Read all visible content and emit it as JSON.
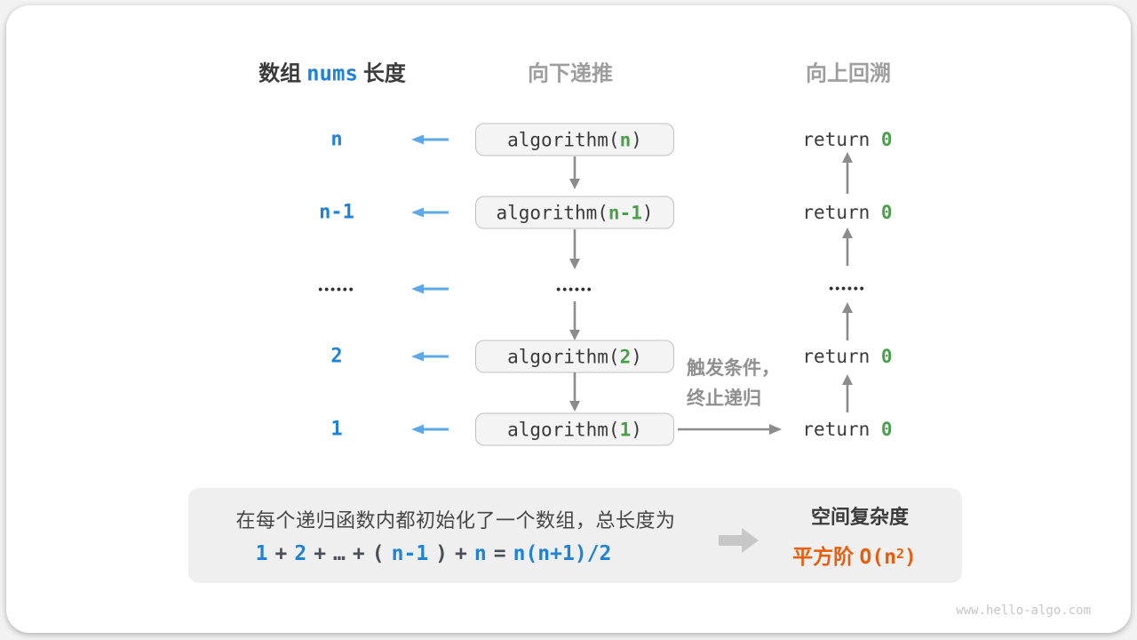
{
  "colors": {
    "blue": "#1e82d6",
    "arrow-blue": "#5ea8e8",
    "green": "#4c9e4f",
    "gray-arrow": "#8c8c8c",
    "orange": "#e85d0c",
    "dark": "#3a3a3a",
    "header-gray": "#9e9e9e",
    "annot-gray": "#8f8f8f",
    "panel-bg": "#efefef",
    "box-bg": "#f4f4f4",
    "box-border": "#c0c0c0",
    "big-arrow": "#c7c7c7",
    "watermark": "#c6c6c6",
    "op-gray": "#4b5056",
    "dots": "#2f2f2f"
  },
  "headers": {
    "left_pre": "数组",
    "left_code": "nums",
    "left_post": "长度",
    "middle": "向下递推",
    "right": "向上回溯"
  },
  "rows": [
    {
      "label": "n",
      "call_pre": "algorithm(",
      "call_arg": "n",
      "call_post": ")",
      "ret_pre": "return ",
      "ret_val": "0"
    },
    {
      "label": "n-1",
      "call_pre": "algorithm(",
      "call_arg": "n-1",
      "call_post": ")",
      "ret_pre": "return ",
      "ret_val": "0"
    },
    {
      "dots": "••••••"
    },
    {
      "label": "2",
      "call_pre": "algorithm(",
      "call_arg": "2",
      "call_post": ")",
      "ret_pre": "return ",
      "ret_val": "0"
    },
    {
      "label": "1",
      "call_pre": "algorithm(",
      "call_arg": "1",
      "call_post": ")",
      "ret_pre": "return ",
      "ret_val": "0"
    }
  ],
  "annotation": {
    "line1": "触发条件，",
    "line2": "终止递归"
  },
  "summary": {
    "line1": "在每个递归函数内都初始化了一个数组，总长度为",
    "formula": [
      {
        "text": "1",
        "color": "blue"
      },
      {
        "text": "+",
        "color": "gray"
      },
      {
        "text": "2",
        "color": "blue"
      },
      {
        "text": "+",
        "color": "gray"
      },
      {
        "text": "…",
        "color": "gray"
      },
      {
        "text": "+",
        "color": "gray"
      },
      {
        "text": "(",
        "color": "gray"
      },
      {
        "text": "n-1",
        "color": "blue"
      },
      {
        "text": ")",
        "color": "gray"
      },
      {
        "text": "+",
        "color": "gray"
      },
      {
        "text": "n",
        "color": "blue"
      },
      {
        "text": "=",
        "color": "gray"
      },
      {
        "text": "n(n+1)/2",
        "color": "blue"
      }
    ],
    "result_title": "空间复杂度",
    "result_pre": "平方阶 ",
    "result_code": "O(n",
    "result_sup": "2",
    "result_close": ")"
  },
  "watermark": "www.hello-algo.com"
}
